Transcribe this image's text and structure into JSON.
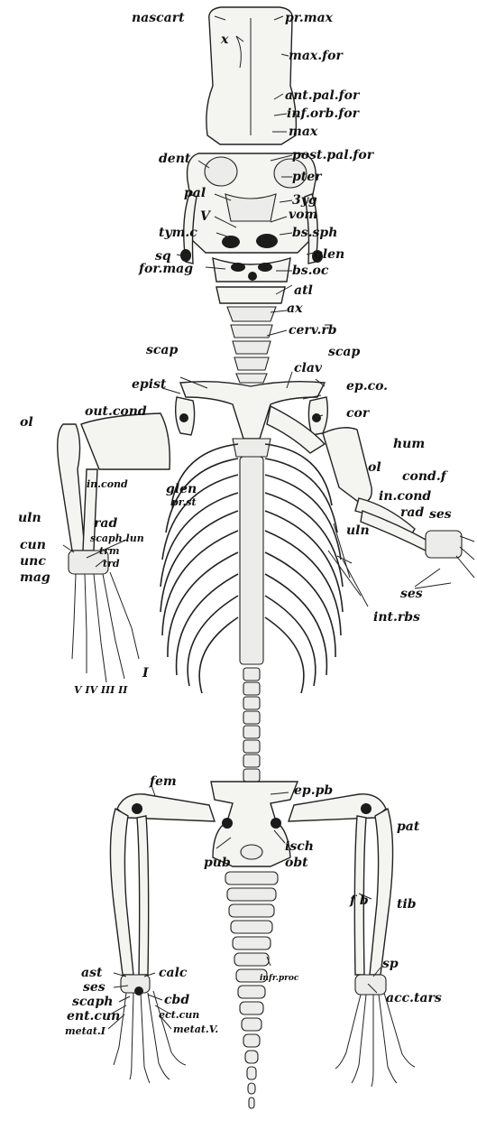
{
  "figure": {
    "labels": {
      "nascart": "nascart",
      "prmax": "pr.max",
      "x": "x",
      "maxfor": "max.for",
      "antpalfor": "ant.pal.for",
      "inforbfor": "inf.orb.for",
      "max": "max",
      "dent": "dent",
      "postpalfor": "post.pal.for",
      "pter": "pter",
      "pal": "pal",
      "zyg": "3yg",
      "v": "V",
      "vom": "vom",
      "tymc": "tym.c",
      "bssph": "bs.sph",
      "sq": "sq",
      "glen1": "glen",
      "formag": "for.mag",
      "bsoc": "bs.oc",
      "atl": "atl",
      "ax": "ax",
      "cervrb": "cerv.rb",
      "scap1": "scap",
      "scap2": "scap",
      "clav": "clav",
      "epist": "epist",
      "epco": "ep.co.",
      "ol1": "ol",
      "outcond": "out.cond",
      "cor": "cor",
      "hum": "hum",
      "ol2": "ol",
      "condf": "cond.f",
      "incond1": "in.cond",
      "glen2": "glen",
      "prst": "pr.st",
      "incond2": "in.cond",
      "rad1": "rad",
      "ses1": "ses",
      "uln1": "uln",
      "rad2": "rad",
      "scaphlun": "scaph.lun",
      "trm": "trm",
      "cun": "cun",
      "unc": "unc",
      "trd": "trd",
      "mag": "mag",
      "uln2": "uln",
      "ses2": "ses",
      "intrbs": "int.rbs",
      "digI": "I",
      "digits": "V IV III II",
      "eppb": "ep.pb",
      "fem": "fem",
      "pat": "pat",
      "pub": "pub",
      "isch": "isch",
      "obt": "obt",
      "fb": "f b",
      "tib": "tib",
      "sp": "sp",
      "infrproc": "infr.proc",
      "accltars": "acc.tars",
      "ast": "ast",
      "calc": "calc",
      "ses3": "ses",
      "scaph": "scaph",
      "cbd": "cbd",
      "entcun": "ent.cun",
      "ectcun": "ect.cun",
      "metatI": "metat.I",
      "metatV": "metat.V."
    }
  }
}
